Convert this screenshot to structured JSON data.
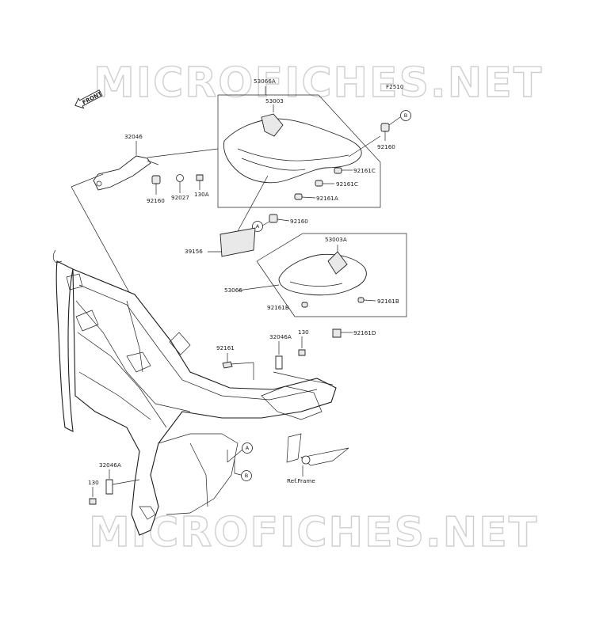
{
  "diagram": {
    "watermark": "MICROFICHES.NET",
    "code": "F2510",
    "front_label": "FRONT",
    "labels": {
      "p53066a": "53066A",
      "p53003": "53003",
      "p32046": "32046",
      "p92160_left": "92160",
      "p92027": "92027",
      "p130a": "130A",
      "p92160_top": "92160",
      "p92161c_1": "92161C",
      "p92161c_2": "92161C",
      "p92161a": "92161A",
      "p92160_mid": "92160",
      "p39156": "39156",
      "p53003a": "53003A",
      "p53066": "53066",
      "p92161b_1": "92161B",
      "p92161b_2": "92161B",
      "p92161d": "92161D",
      "p130_mid": "130",
      "p32046a_mid": "32046A",
      "p92161": "92161",
      "p32046a_low": "32046A",
      "p130_low": "130",
      "ref_frame": "Ref.Frame"
    },
    "callouts": {
      "a": "A",
      "b": "B"
    }
  }
}
